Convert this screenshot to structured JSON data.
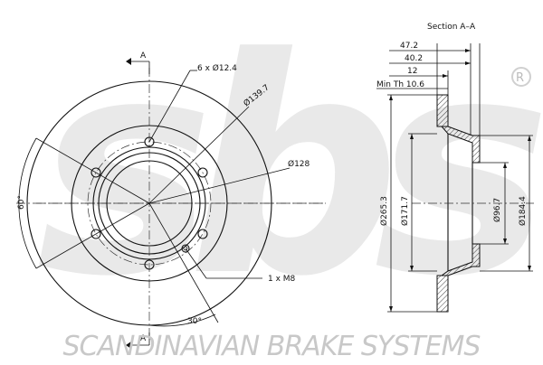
{
  "brand": {
    "logo_text": "sbs",
    "registered_mark": "®",
    "footer_text": "SCANDINAVIAN BRAKE SYSTEMS"
  },
  "front_view": {
    "section_marker_top": "A",
    "section_marker_bottom": "A",
    "bolt_holes_label": "6 x Ø12.4",
    "pcd_label": "Ø139.7",
    "hub_bore_label": "Ø128",
    "thread_label": "1 x M8",
    "angle_left_label": "60°",
    "angle_bottom_label": "30°"
  },
  "section_view": {
    "title": "Section A–A",
    "overall_height_label": "47.2",
    "hat_height_label": "40.2",
    "thickness_label": "12",
    "min_thickness_label": "Min Th  10.6",
    "outer_diameter_label": "Ø265.3",
    "inner_friction_diameter_label": "Ø171.7",
    "center_bore_label": "Ø96.7",
    "hat_diameter_label": "Ø184.4"
  },
  "colors": {
    "line": "#111111",
    "watermark": "#e6e6e6",
    "background": "#ffffff"
  }
}
